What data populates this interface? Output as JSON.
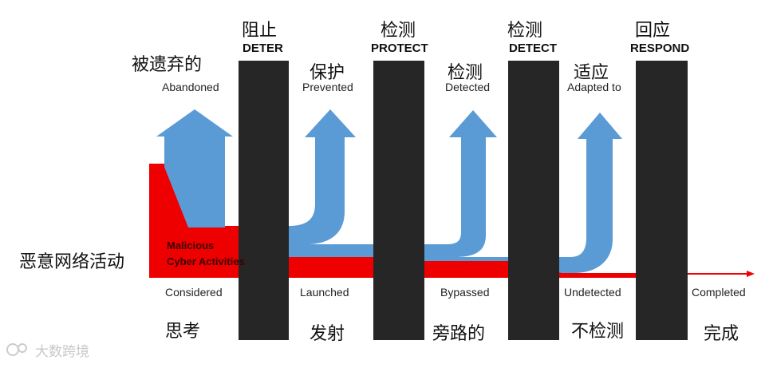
{
  "diagram": {
    "left_label": "恶意网络活动",
    "flow_label_line1": "Malicious",
    "flow_label_line2": "Cyber Activities",
    "gates": [
      {
        "cn": "阻止",
        "en": "DETER"
      },
      {
        "cn": "检测",
        "en": "PROTECT"
      },
      {
        "cn": "检测",
        "en": "DETECT"
      },
      {
        "cn": "回应",
        "en": "RESPOND"
      }
    ],
    "outcomes": [
      {
        "cn": "被遗弃的",
        "en": "Abandoned"
      },
      {
        "cn": "保护",
        "en": "Prevented"
      },
      {
        "cn": "检测",
        "en": "Detected"
      },
      {
        "cn": "适应",
        "en": "Adapted to"
      }
    ],
    "stages": [
      {
        "en": "Considered",
        "cn": "思考"
      },
      {
        "en": "Launched",
        "cn": "发射"
      },
      {
        "en": "Bypassed",
        "cn": "旁路的"
      },
      {
        "en": "Undetected",
        "cn": "不检测"
      },
      {
        "en": "Completed",
        "cn": "完成"
      }
    ]
  },
  "watermark": "大数跨境",
  "colors": {
    "bar": "#262626",
    "flow_red": "#ee0000",
    "arrow_blue": "#5b9bd5"
  },
  "icons": {
    "watermark_logo": "chat-bubble-logo-icon"
  }
}
